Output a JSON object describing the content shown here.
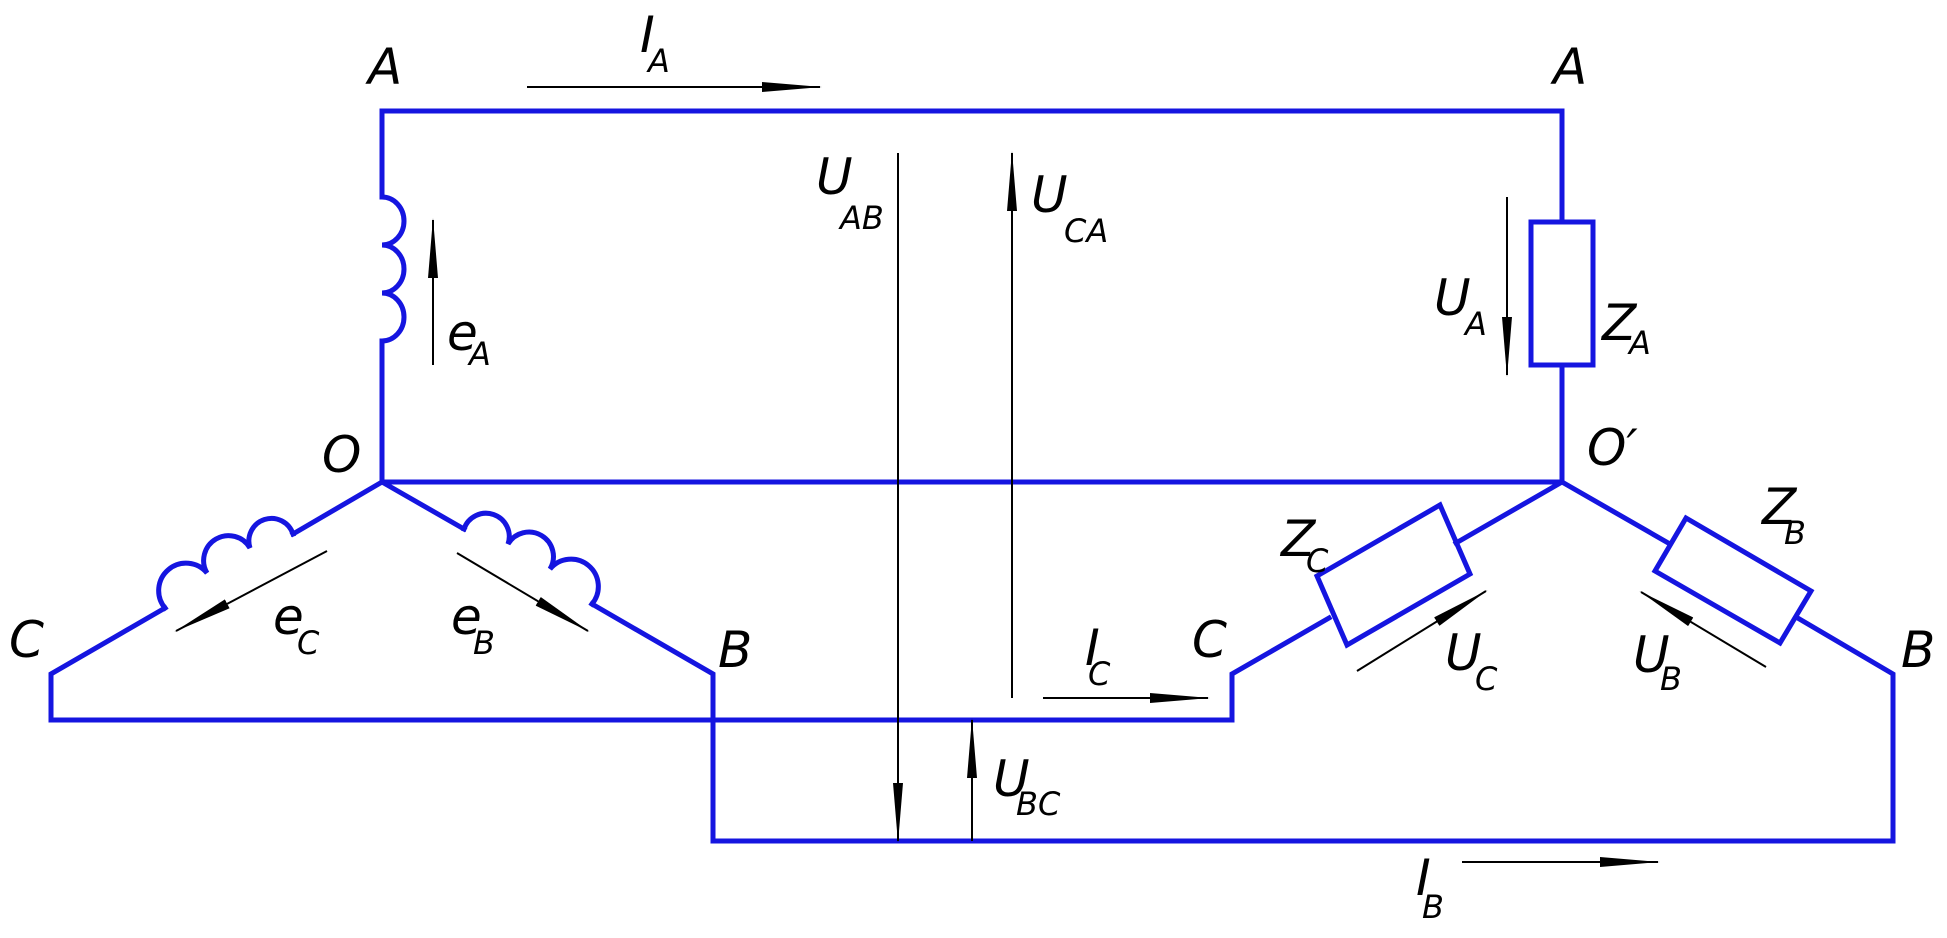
{
  "colors": {
    "wire": "#1515e0",
    "annotation": "#000000",
    "background": "#ffffff"
  },
  "nodes": {
    "source_a": "A",
    "source_b": "B",
    "source_c": "C",
    "source_neutral": "O",
    "load_a": "A",
    "load_b": "B",
    "load_c": "C",
    "load_neutral": "O′"
  },
  "currents": {
    "i_a": {
      "main": "I",
      "sub": "A"
    },
    "i_b": {
      "main": "I",
      "sub": "B"
    },
    "i_c": {
      "main": "I",
      "sub": "C"
    }
  },
  "line_voltages": {
    "u_ab": {
      "main": "U",
      "sub": "AB"
    },
    "u_bc": {
      "main": "U",
      "sub": "BC"
    },
    "u_ca": {
      "main": "U",
      "sub": "CA"
    }
  },
  "phase_voltages": {
    "u_a": {
      "main": "U",
      "sub": "A"
    },
    "u_b": {
      "main": "U",
      "sub": "B"
    },
    "u_c": {
      "main": "U",
      "sub": "C"
    }
  },
  "emfs": {
    "e_a": {
      "main": "e",
      "sub": "A"
    },
    "e_b": {
      "main": "e",
      "sub": "B"
    },
    "e_c": {
      "main": "e",
      "sub": "C"
    }
  },
  "impedances": {
    "z_a": {
      "main": "Z",
      "sub": "A"
    },
    "z_b": {
      "main": "Z",
      "sub": "B"
    },
    "z_c": {
      "main": "Z",
      "sub": "C"
    }
  }
}
